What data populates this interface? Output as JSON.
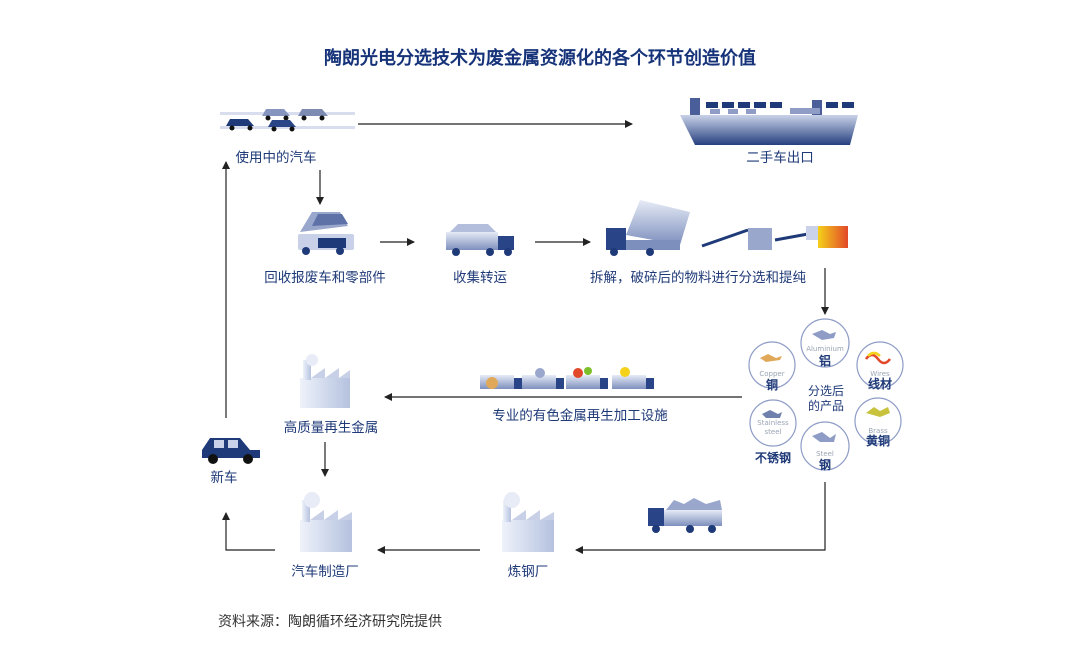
{
  "title": "陶朗光电分选技术为废金属资源化的各个环节创造价值",
  "nodes": {
    "cars_in_use": "使用中的汽车",
    "export": "二手车出口",
    "recycle": "回收报废车和零部件",
    "collect": "收集转运",
    "dismantle": "拆解，破碎后的物料进行分选和提纯",
    "sorted_products": [
      "分选后",
      "的产品"
    ],
    "recycling_facility": "专业的有色金属再生加工设施",
    "high_quality_metal": "高质量再生金属",
    "new_car": "新车",
    "car_factory": "汽车制造厂",
    "steel_mill": "炼钢厂"
  },
  "materials": [
    {
      "en": "Aluminium",
      "zh": "铝"
    },
    {
      "en": "Wires",
      "zh": "线材"
    },
    {
      "en": "Brass",
      "zh": "黄铜"
    },
    {
      "en": "Steel",
      "zh": "钢"
    },
    {
      "en": [
        "Stainless",
        "steel"
      ],
      "zh": "不锈钢"
    },
    {
      "en": "Copper",
      "zh": "铜"
    }
  ],
  "source": "资料来源：陶朗循环经济研究院提供",
  "colors": {
    "primary": "#1f3a78",
    "arrow": "#222222",
    "accent_orange": "#f08a1c",
    "accent_yellow": "#f4d11a",
    "accent_green": "#7cbf2a"
  }
}
